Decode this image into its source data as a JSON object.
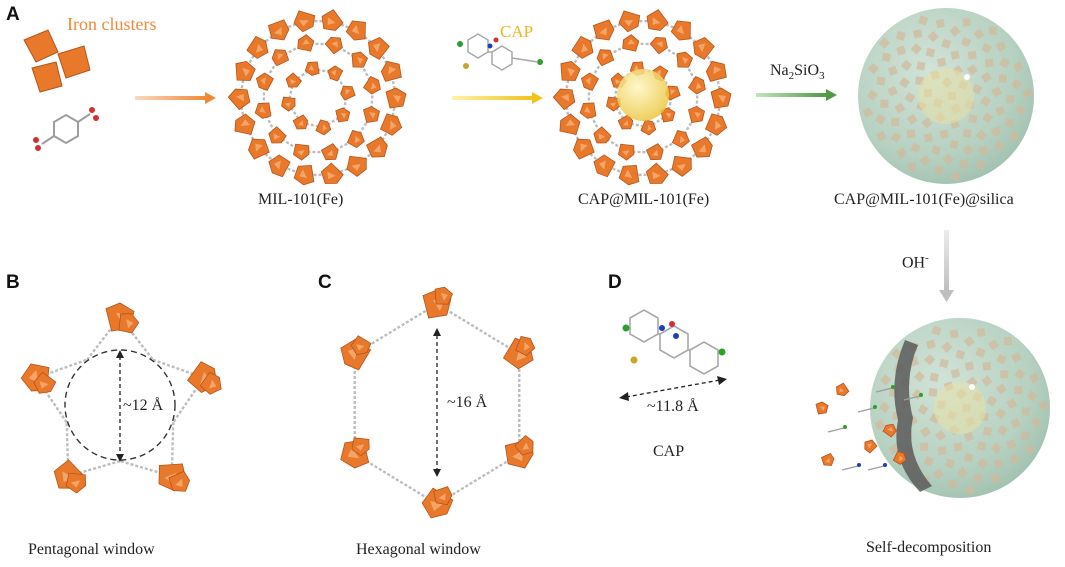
{
  "panels": {
    "A": "A",
    "B": "B",
    "C": "C",
    "D": "D"
  },
  "labels": {
    "iron_clusters": "Iron clusters",
    "cap_reagent": "CAP",
    "na2sio3_base": "Na",
    "na2sio3_sub2": "2",
    "na2sio3_mid": "SiO",
    "na2sio3_sub3": "3",
    "mil101": "MIL-101(Fe)",
    "cap_mil101": "CAP@MIL-101(Fe)",
    "cap_mil101_silica": "CAP@MIL-101(Fe)@silica",
    "oh_base": "OH",
    "oh_sup": "-",
    "pentagonal_size": "~12 Å",
    "hexagonal_size": "~16 Å",
    "cap_size": "~11.8 Å",
    "cap_molecule": "CAP",
    "pentagonal_window": "Pentagonal window",
    "hexagonal_window": "Hexagonal window",
    "self_decomposition": "Self-decomposition"
  },
  "colors": {
    "iron_orange": "#e8792b",
    "iron_dark": "#b8531a",
    "linker_gray": "#bdbdbd",
    "cap_yellow": "#f5d54a",
    "silica_green": "#a9c9b8",
    "arrow_orange": "#f08a3a",
    "arrow_yellow": "#f2c21e",
    "arrow_green": "#4f9a45",
    "arrow_gray": "#bfbfbf"
  }
}
